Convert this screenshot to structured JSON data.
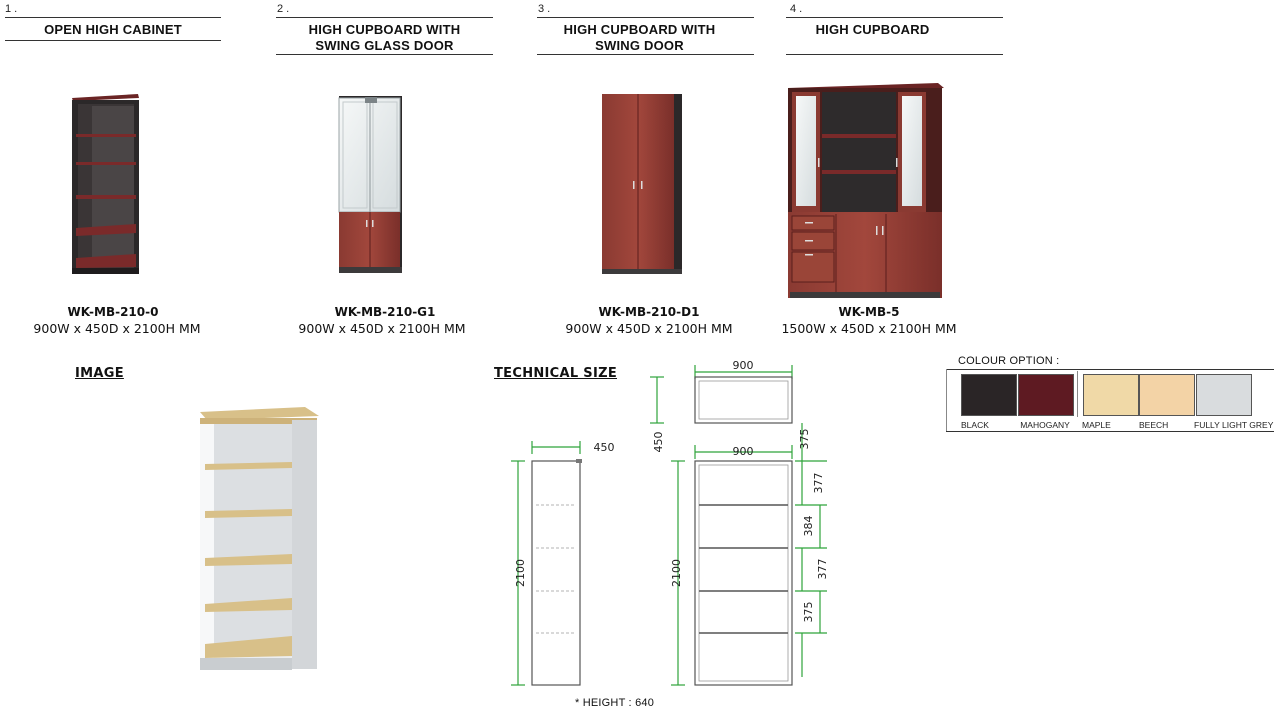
{
  "products": [
    {
      "num": "1 .",
      "title": [
        "OPEN HIGH CABINET"
      ],
      "code": "WK-MB-210-0",
      "size": "900W x 450D x 2100H MM"
    },
    {
      "num": "2 .",
      "title": [
        "HIGH CUPBOARD WITH",
        "SWING GLASS DOOR"
      ],
      "code": "WK-MB-210-G1",
      "size": "900W x 450D x 2100H MM"
    },
    {
      "num": "3 .",
      "title": [
        "HIGH CUPBOARD WITH",
        "SWING DOOR"
      ],
      "code": "WK-MB-210-D1",
      "size": "900W x 450D x 2100H MM"
    },
    {
      "num": "4 .",
      "title": [
        "HIGH CUPBOARD"
      ],
      "code": "WK-MB-5",
      "size": "1500W x 450D x 2100H MM"
    }
  ],
  "sections": {
    "image": "IMAGE",
    "technical": "TECHNICAL SIZE"
  },
  "colour": {
    "heading": "COLOUR OPTION :",
    "options": [
      {
        "name": "BLACK",
        "color": "#2a2526"
      },
      {
        "name": "MAHOGANY",
        "color": "#5e1a22"
      },
      {
        "name": "MAPLE",
        "color": "#f0d9a7"
      },
      {
        "name": "BEECH",
        "color": "#f3d3a6"
      },
      {
        "name": "FULLY LIGHT GREY",
        "color": "#d9dcde"
      }
    ]
  },
  "technical": {
    "top_width": "900",
    "top_depth": "450",
    "side_depth": "450",
    "front_width": "900",
    "height_side": "2100",
    "height_front": "2100",
    "shelf_gaps": [
      "375",
      "377",
      "384",
      "377",
      "375"
    ],
    "footnote": "* HEIGHT : 640"
  },
  "palette": {
    "mahogany": "#7b2f2a",
    "mahogany_dark": "#5a1e1c",
    "carcass_dark": "#2c2a2b",
    "glass": "#e8eef0",
    "maple": "#d8c089",
    "grey_panel": "#e7e8ea",
    "dim_green": "#2fa33b"
  }
}
